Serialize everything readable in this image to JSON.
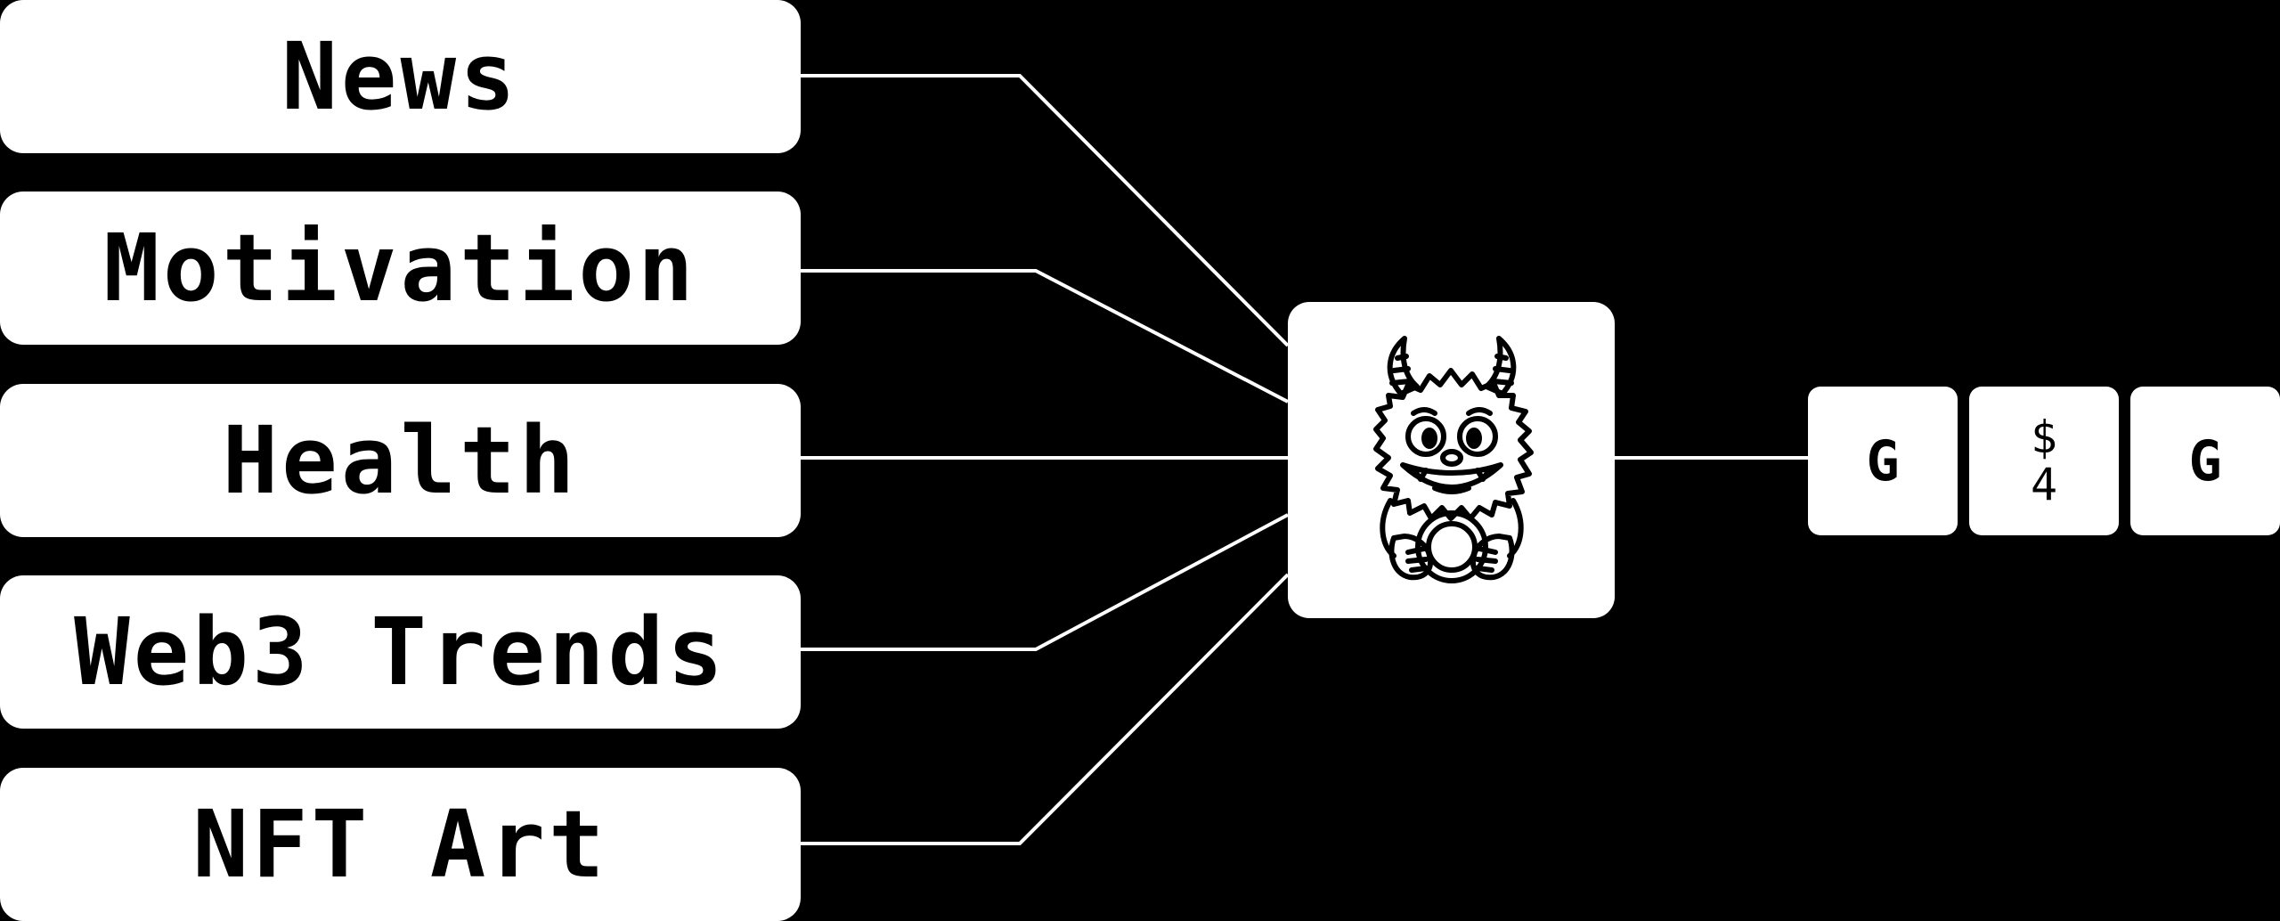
{
  "topics": [
    {
      "label": "News"
    },
    {
      "label": "Motivation"
    },
    {
      "label": "Health"
    },
    {
      "label": "Web3 Trends"
    },
    {
      "label": "NFT Art"
    }
  ],
  "hub": {
    "icon": "monster-mascot-icon"
  },
  "outputs": [
    {
      "glyph": "G"
    },
    {
      "top": "$",
      "bottom": "4"
    },
    {
      "glyph": "G"
    }
  ],
  "colors": {
    "background": "#000000",
    "box": "#ffffff",
    "line": "#ffffff",
    "text": "#000000"
  }
}
